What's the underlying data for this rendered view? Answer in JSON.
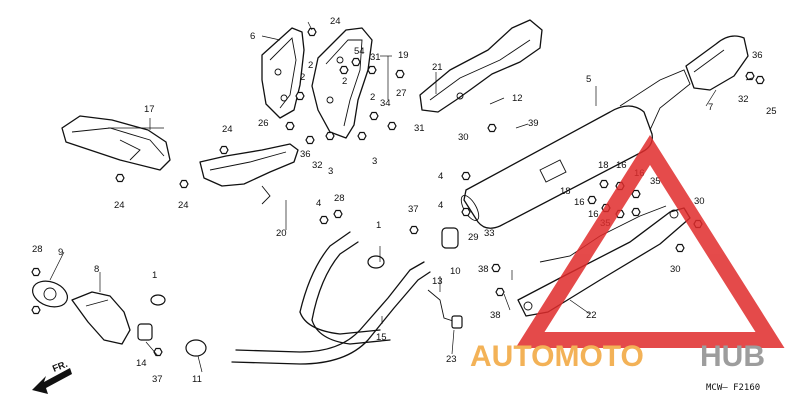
{
  "diagram": {
    "callouts": [
      {
        "id": "c24a",
        "text": "24"
      },
      {
        "id": "c6",
        "text": "6"
      },
      {
        "id": "c54",
        "text": "54"
      },
      {
        "id": "c19",
        "text": "19"
      },
      {
        "id": "c31a",
        "text": "31"
      },
      {
        "id": "c2a",
        "text": "2"
      },
      {
        "id": "c2b",
        "text": "2"
      },
      {
        "id": "c2c",
        "text": "2"
      },
      {
        "id": "c2d",
        "text": "2"
      },
      {
        "id": "c27",
        "text": "27"
      },
      {
        "id": "c21",
        "text": "21"
      },
      {
        "id": "c34",
        "text": "34"
      },
      {
        "id": "c31b",
        "text": "31"
      },
      {
        "id": "c26",
        "text": "26"
      },
      {
        "id": "c36a",
        "text": "36"
      },
      {
        "id": "c32a",
        "text": "32"
      },
      {
        "id": "c3a",
        "text": "3"
      },
      {
        "id": "c3b",
        "text": "3"
      },
      {
        "id": "c24b",
        "text": "24"
      },
      {
        "id": "c17",
        "text": "17"
      },
      {
        "id": "c24c",
        "text": "24"
      },
      {
        "id": "c24d",
        "text": "24"
      },
      {
        "id": "c20",
        "text": "20"
      },
      {
        "id": "c28a",
        "text": "28"
      },
      {
        "id": "c4a",
        "text": "4"
      },
      {
        "id": "c4b",
        "text": "4"
      },
      {
        "id": "c4c",
        "text": "4"
      },
      {
        "id": "c5",
        "text": "5"
      },
      {
        "id": "c12",
        "text": "12"
      },
      {
        "id": "c39",
        "text": "39"
      },
      {
        "id": "c30a",
        "text": "30"
      },
      {
        "id": "c18a",
        "text": "18"
      },
      {
        "id": "c16a",
        "text": "16"
      },
      {
        "id": "c16b",
        "text": "16"
      },
      {
        "id": "c35a",
        "text": "35"
      },
      {
        "id": "c18b",
        "text": "18"
      },
      {
        "id": "c16c",
        "text": "16"
      },
      {
        "id": "c16d",
        "text": "16"
      },
      {
        "id": "c35b",
        "text": "35"
      },
      {
        "id": "c30b",
        "text": "30"
      },
      {
        "id": "c30c",
        "text": "30"
      },
      {
        "id": "c36b",
        "text": "36"
      },
      {
        "id": "c32b",
        "text": "32"
      },
      {
        "id": "c25",
        "text": "25"
      },
      {
        "id": "c7",
        "text": "7"
      },
      {
        "id": "c37a",
        "text": "37"
      },
      {
        "id": "c10",
        "text": "10"
      },
      {
        "id": "c29",
        "text": "29"
      },
      {
        "id": "c33",
        "text": "33"
      },
      {
        "id": "c1a",
        "text": "1"
      },
      {
        "id": "c13",
        "text": "13"
      },
      {
        "id": "c38a",
        "text": "38"
      },
      {
        "id": "c38b",
        "text": "38"
      },
      {
        "id": "c22",
        "text": "22"
      },
      {
        "id": "c28b",
        "text": "28"
      },
      {
        "id": "c9",
        "text": "9"
      },
      {
        "id": "c8",
        "text": "8"
      },
      {
        "id": "c1b",
        "text": "1"
      },
      {
        "id": "c14",
        "text": "14"
      },
      {
        "id": "c37b",
        "text": "37"
      },
      {
        "id": "c11",
        "text": "11"
      },
      {
        "id": "c15",
        "text": "15"
      },
      {
        "id": "c23",
        "text": "23"
      }
    ],
    "direction_label": "FR.",
    "diagram_code": "MCW– F2160"
  },
  "watermark": {
    "text_auto": "AUTOMOTO",
    "text_hub": "HUB",
    "colors": {
      "orange": "#f2a53a",
      "gray": "#8c8c8c",
      "red": "#e02b2b"
    }
  }
}
